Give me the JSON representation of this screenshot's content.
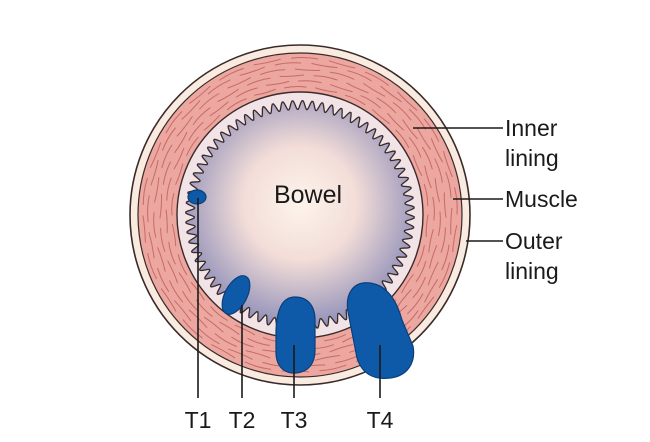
{
  "diagram": {
    "center_label": "Bowel",
    "layer_labels": [
      {
        "lines": [
          "Inner",
          "lining"
        ]
      },
      {
        "lines": [
          "Muscle"
        ]
      },
      {
        "lines": [
          "Outer",
          "lining"
        ]
      }
    ],
    "stage_labels": [
      "T1",
      "T2",
      "T3",
      "T4"
    ],
    "colors": {
      "outer_lining": "#f9ebe0",
      "muscle": "#eba7a0",
      "muscle_fibers": "#c96a66",
      "inner_lining": "#f2e4e6",
      "lumen_center": "#fdf4ec",
      "lumen_edge": "#8f8fb8",
      "tumour": "#0f5aa8",
      "tumour_outline": "#0a3f7a",
      "outline": "#3a2a2a"
    }
  }
}
